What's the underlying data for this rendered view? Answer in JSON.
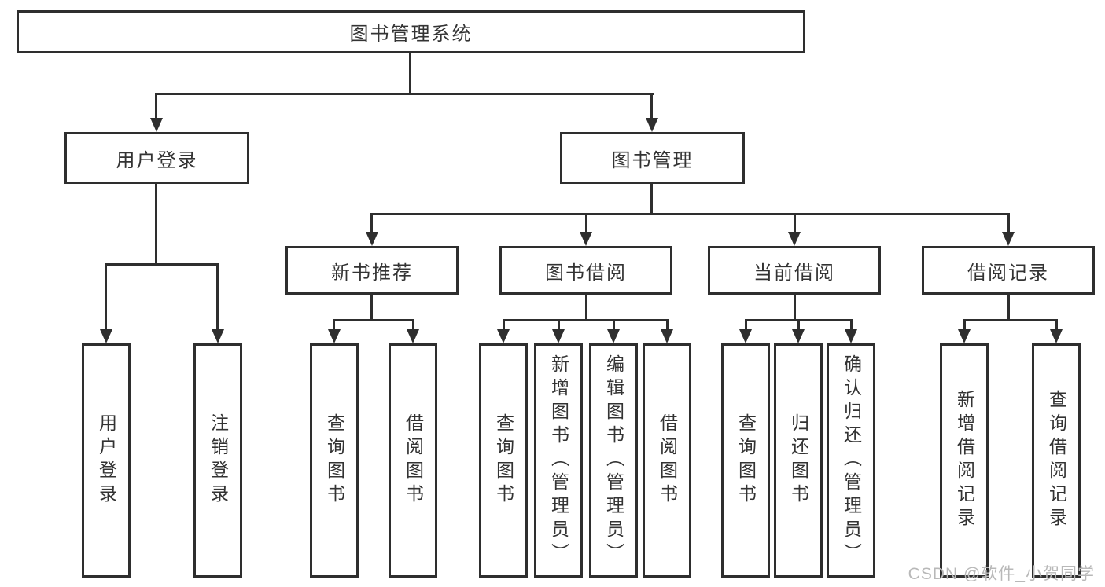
{
  "diagram": {
    "root": {
      "label": "图书管理系统"
    },
    "level2": [
      {
        "label": "用户登录",
        "children": [
          "用户登录",
          "注销登录"
        ]
      },
      {
        "label": "图书管理"
      }
    ],
    "level3": [
      {
        "label": "新书推荐",
        "children": [
          "查询图书",
          "借阅图书"
        ]
      },
      {
        "label": "图书借阅",
        "children": [
          "查询图书",
          "新增图书（管理员）",
          "编辑图书（管理员）",
          "借阅图书"
        ]
      },
      {
        "label": "当前借阅",
        "children": [
          "查询图书",
          "归还图书",
          "确认归还（管理员）"
        ]
      },
      {
        "label": "借阅记录",
        "children": [
          "新增借阅记录",
          "查询借阅记录"
        ]
      }
    ],
    "watermark": "CSDN @软件_小贺同学",
    "colors": {
      "line": "#2e2e2e",
      "box_border": "#2e2e2e",
      "box_background": "#ffffff",
      "text": "#333333",
      "watermark": "#b8b8b8",
      "background": "#ffffff"
    }
  }
}
